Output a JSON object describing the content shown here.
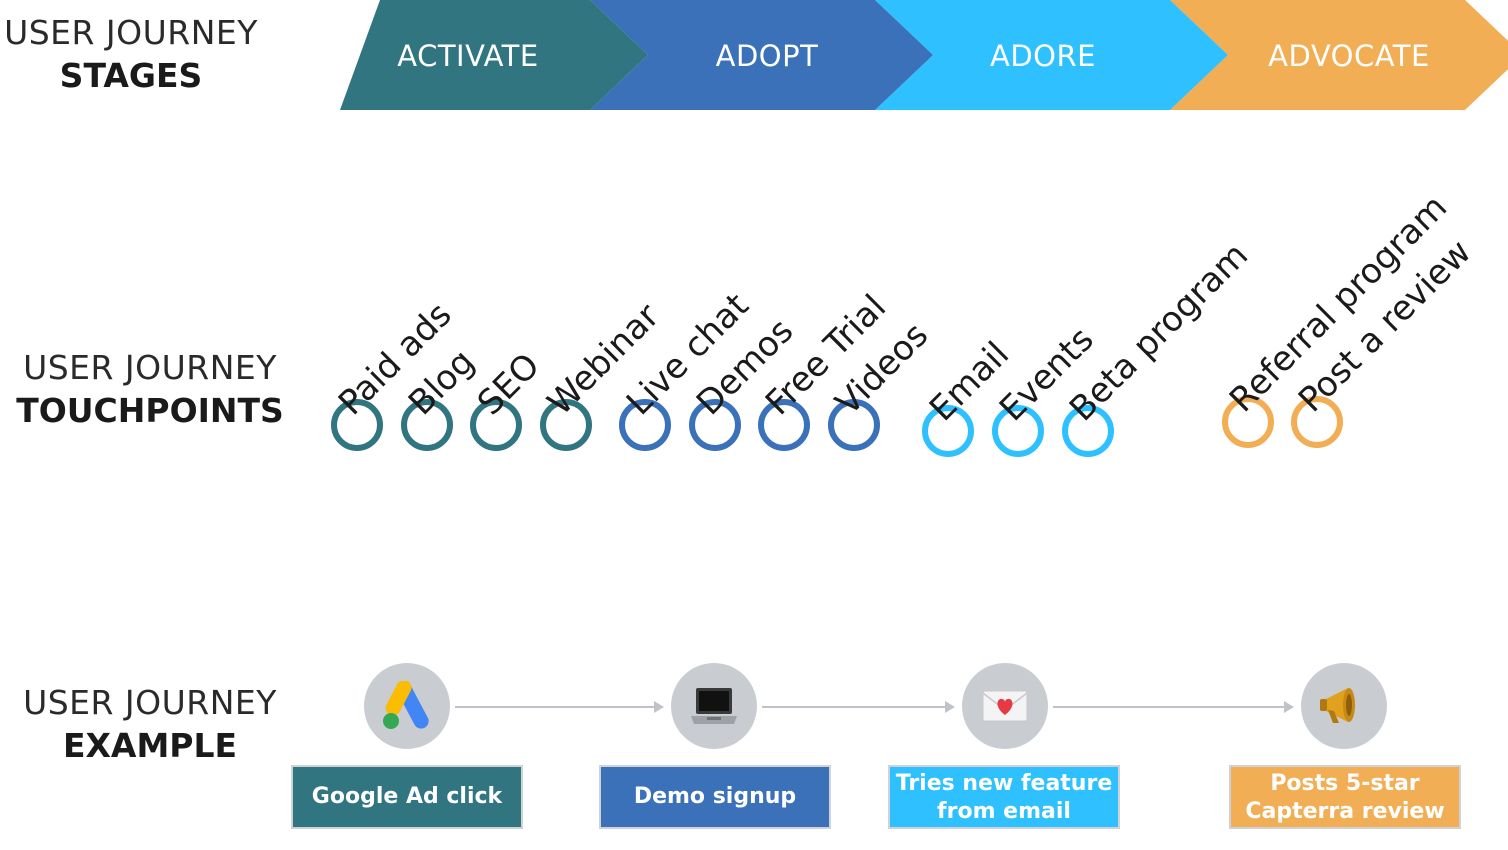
{
  "rows": {
    "stages": {
      "line1": "USER JOURNEY",
      "line2": "STAGES"
    },
    "touchpoints": {
      "line1": "USER JOURNEY",
      "line2": "TOUCHPOINTS"
    },
    "example": {
      "line1": "USER JOURNEY",
      "line2": "EXAMPLE"
    }
  },
  "stages": [
    {
      "label": "ACTIVATE",
      "color": "#317581"
    },
    {
      "label": "ADOPT",
      "color": "#3a71b8"
    },
    {
      "label": "ADORE",
      "color": "#2ec0ff"
    },
    {
      "label": "ADVOCATE",
      "color": "#f2ae55"
    }
  ],
  "touchpoints": [
    {
      "label": "Paid ads",
      "stage": 0
    },
    {
      "label": "Blog",
      "stage": 0
    },
    {
      "label": "SEO",
      "stage": 0
    },
    {
      "label": "Webinar",
      "stage": 0
    },
    {
      "label": "Live chat",
      "stage": 1
    },
    {
      "label": "Demos",
      "stage": 1
    },
    {
      "label": "Free Trial",
      "stage": 1
    },
    {
      "label": "Videos",
      "stage": 1
    },
    {
      "label": "Email",
      "stage": 2
    },
    {
      "label": "Events",
      "stage": 2
    },
    {
      "label": "Beta program",
      "stage": 2
    },
    {
      "label": "Referral program",
      "stage": 3
    },
    {
      "label": "Post a review",
      "stage": 3
    }
  ],
  "examples": [
    {
      "line1": "Google Ad click",
      "line2": "",
      "icon": "google-ads-icon",
      "stage": 0
    },
    {
      "line1": "Demo signup",
      "line2": "",
      "icon": "laptop-icon",
      "stage": 1
    },
    {
      "line1": "Tries new feature",
      "line2": "from email",
      "icon": "love-letter-icon",
      "stage": 2
    },
    {
      "line1": "Posts 5-star",
      "line2": "Capterra review",
      "icon": "megaphone-icon",
      "stage": 3
    }
  ]
}
